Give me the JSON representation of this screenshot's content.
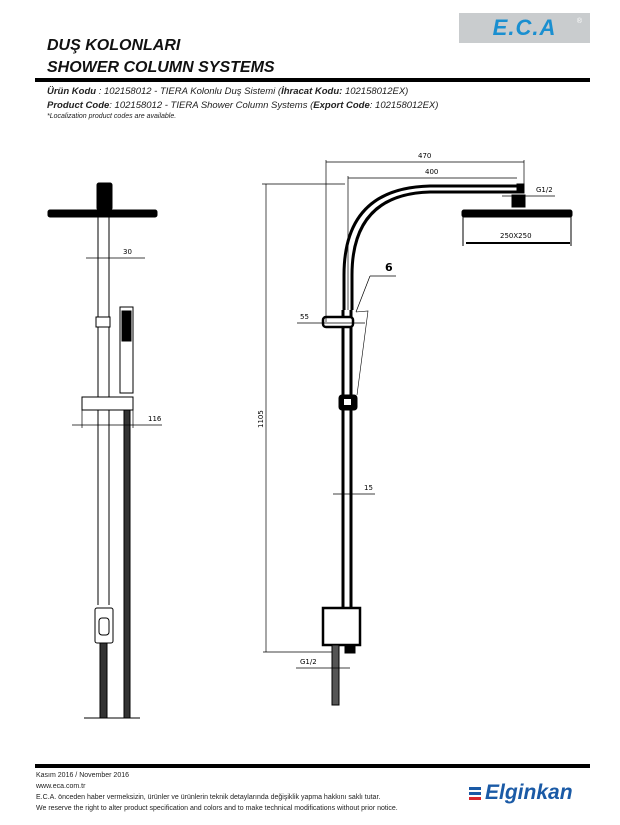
{
  "header": {
    "logo_text": "E.C.A",
    "logo_mark": "®",
    "title_tr": "DUŞ KOLONLARI",
    "title_en": "SHOWER COLUMN SYSTEMS"
  },
  "product": {
    "tr_label": "Ürün Kodu",
    "tr_text": " : 102158012 - TIERA Kolonlu Duş Sistemi (",
    "tr_export_label": "İhracat Kodu:",
    "tr_export_value": " 102158012EX)",
    "en_label": "Product Code",
    "en_text": ": 102158012 - TIERA Shower Column Systems (",
    "en_export_label": "Export Code",
    "en_export_value": ": 102158012EX)",
    "note": "*Localization product codes are available."
  },
  "drawing": {
    "dim_30": "30",
    "dim_116": "116",
    "dim_470": "470",
    "dim_400": "400",
    "dim_g12_top": "G1/2",
    "dim_250": "250X250",
    "callout_6": "6",
    "dim_55": "55",
    "dim_1105": "1105",
    "dim_15": "15",
    "dim_g12_bottom": "G1/2"
  },
  "footer": {
    "date": "Kasım 2016 / November 2016",
    "url": "www.eca.com.tr",
    "disclaimer_tr": "E.C.A. önceden haber vermeksizin, ürünler ve ürünlerin teknik detaylarında değişiklik yapma hakkını saklı tutar.",
    "disclaimer_en": "We reserve the right to alter product specification and colors and to make technical modifications without prior notice.",
    "brand": "Elginkan"
  }
}
